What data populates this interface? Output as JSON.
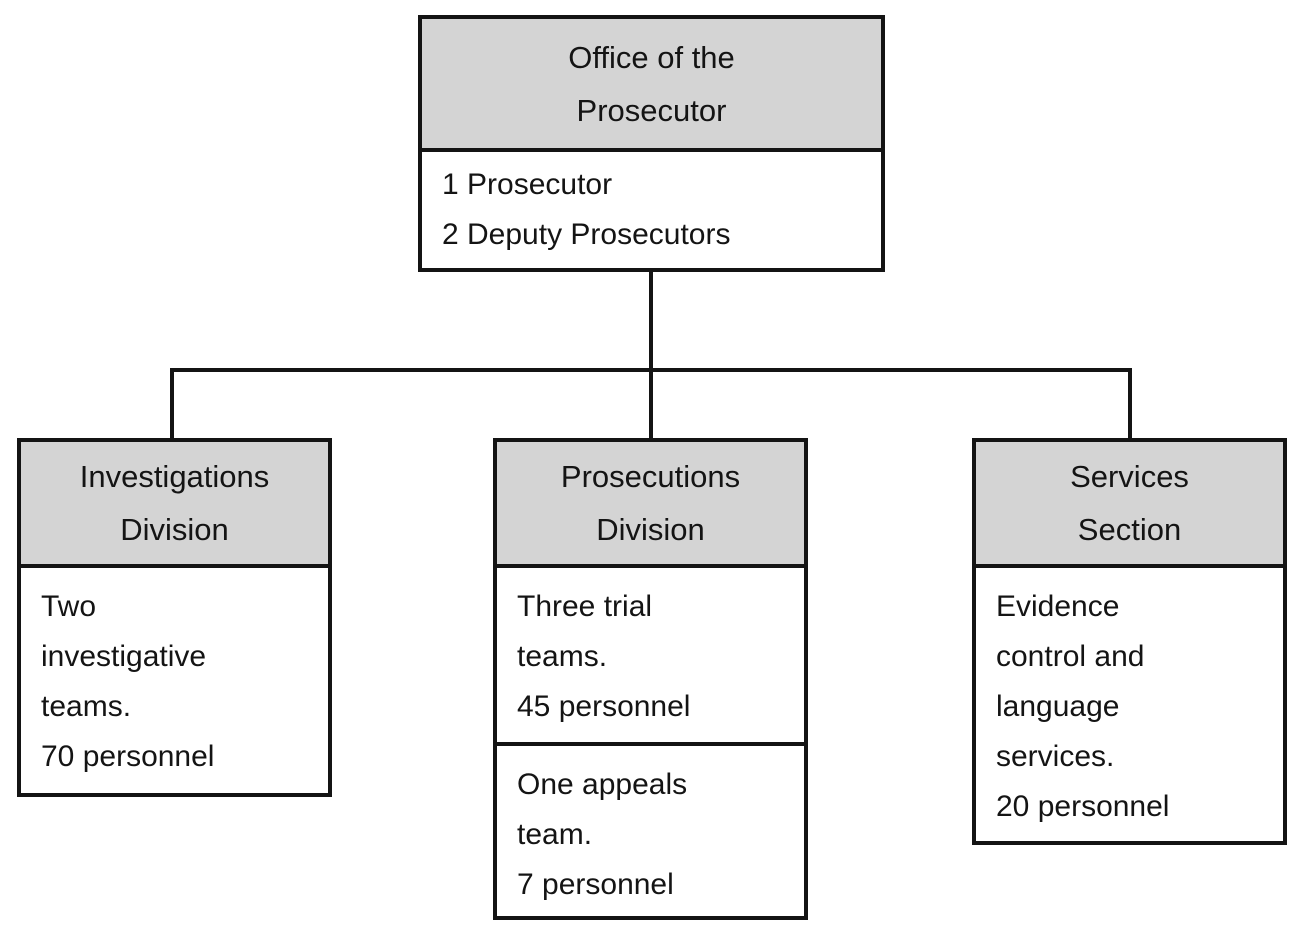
{
  "diagram": {
    "colors": {
      "header_bg": "#d4d4d4",
      "border": "#141414",
      "body_bg": "#ffffff",
      "background": "#ffffff"
    },
    "root": {
      "title": "Office of the\nProsecutor",
      "body": "1 Prosecutor\n2 Deputy Prosecutors"
    },
    "children": [
      {
        "title": "Investigations\nDivision",
        "cells": [
          "Two\ninvestigative\nteams.\n70 personnel"
        ]
      },
      {
        "title": "Prosecutions\nDivision",
        "cells": [
          "Three trial\nteams.\n45 personnel",
          "One appeals\nteam.\n7 personnel"
        ]
      },
      {
        "title": "Services\nSection",
        "cells": [
          "Evidence\ncontrol and\nlanguage\nservices.\n20 personnel"
        ]
      }
    ]
  }
}
